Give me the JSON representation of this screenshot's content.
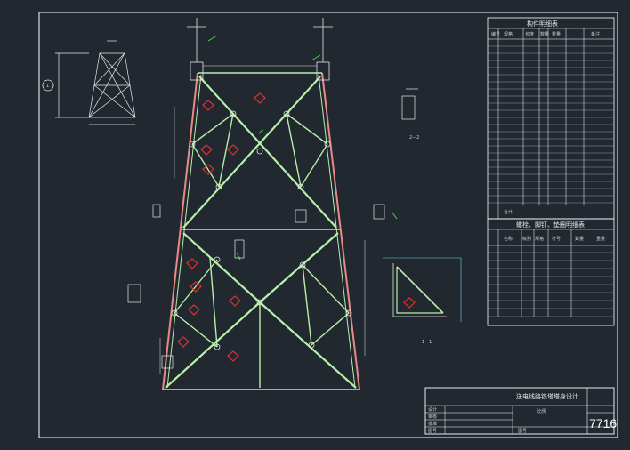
{
  "drawing": {
    "number": "7716",
    "title_block": {
      "project_title": "送电线路铁塔塔身设计",
      "row_labels": [
        "设计",
        "审核",
        "批准",
        "图号"
      ],
      "scale_text": "比例",
      "sheet_label": "图号"
    },
    "parts_table": {
      "title": "构件明细表",
      "headers": [
        "编号",
        "规格",
        "长度",
        "数量",
        "重量",
        "备注"
      ],
      "total_label": "合计"
    },
    "bolts_table": {
      "title": "螺栓、脚钉、垫圈明细表",
      "headers": [
        "名称",
        "级别",
        "规格",
        "符号",
        "数量",
        "重量"
      ]
    },
    "section_labels": [
      "1—1",
      "2—2"
    ],
    "circle_tag": "1"
  },
  "colors": {
    "background": "#212830",
    "frame": "#ffffff",
    "tower_members": "#b7f0a8",
    "tower_legs": "#e88a8a",
    "part_marks": "#e03030",
    "bolt_marks": "#4fd24f",
    "dimension": "#e8e8e8",
    "cyan_dim": "#5fd7e6"
  }
}
